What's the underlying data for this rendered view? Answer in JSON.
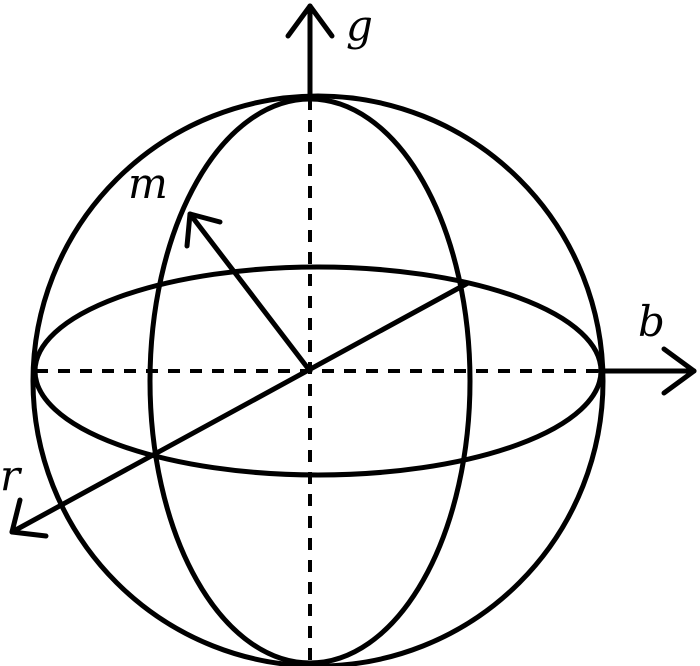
{
  "diagram": {
    "axes": {
      "g": "g",
      "b": "b",
      "r": "r",
      "m": "m"
    },
    "colors": {
      "stroke": "#000000",
      "background": "#ffffff"
    }
  }
}
